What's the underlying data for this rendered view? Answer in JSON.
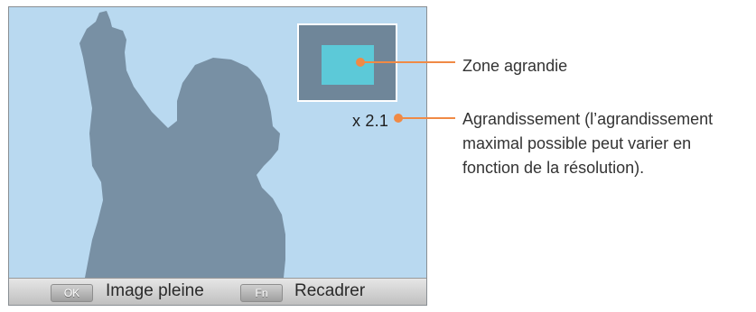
{
  "screen": {
    "zoom_value": "x 2.1",
    "bottom_bar": {
      "ok_key": "OK",
      "ok_action": "Image pleine",
      "fn_key": "Fn",
      "fn_action": "Recadrer"
    }
  },
  "annotations": {
    "zoom_area": "Zone agrandie",
    "magnification_line1": "Agrandissement (l’agrandissement",
    "magnification_line2": "maximal possible peut varier en",
    "magnification_line3": "fonction de la résolution)."
  },
  "colors": {
    "background": "#b9d9f0",
    "silhouette": "#7890a4",
    "zoom_area": "#5cc9d8",
    "callout": "#f08a45"
  },
  "icons": [
    "child-silhouette-image"
  ]
}
